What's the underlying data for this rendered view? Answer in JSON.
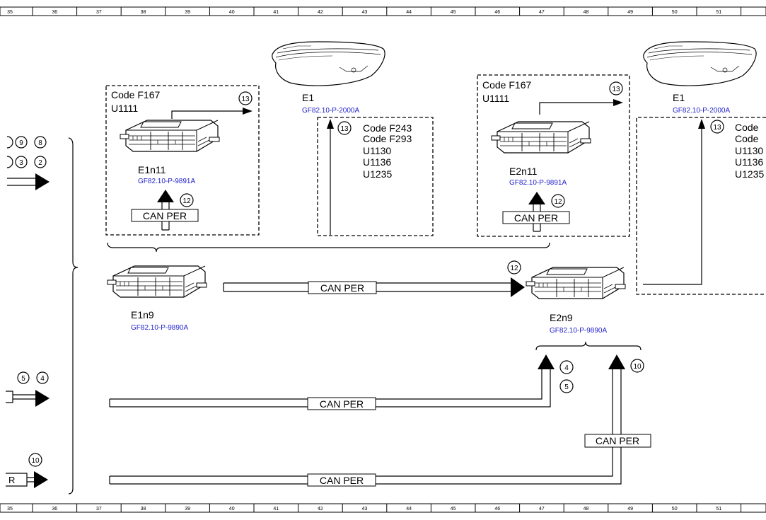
{
  "ruler": {
    "cells": [
      "35",
      "36",
      "37",
      "38",
      "39",
      "40",
      "41",
      "42",
      "43",
      "44",
      "45",
      "46",
      "47",
      "48",
      "49",
      "50",
      "51"
    ]
  },
  "left_group": {
    "code_line1": "Code F167",
    "code_line2": "U1111",
    "module_name": "E1n11",
    "module_ref": "GF82.10-P-9891A",
    "can_label": "CAN PER",
    "callout_out": "13",
    "callout_in": "12"
  },
  "right_group": {
    "code_line1": "Code F167",
    "code_line2": "U1111",
    "module_name": "E2n11",
    "module_ref": "GF82.10-P-9891A",
    "can_label": "CAN PER",
    "callout_out": "13",
    "callout_in": "12"
  },
  "headlamp_left": {
    "name": "E1",
    "ref": "GF82.10-P-2000A",
    "callout": "13",
    "codes": [
      "Code F243",
      "Code F293",
      "U1130",
      "U1136",
      "U1235"
    ]
  },
  "headlamp_right": {
    "name": "E1",
    "ref": "GF82.10-P-2000A",
    "callout": "13",
    "codes": [
      "Code",
      "Code",
      "U1130",
      "U1136",
      "U1235"
    ]
  },
  "e1n9": {
    "name": "E1n9",
    "ref": "GF82.10-P-9890A"
  },
  "e2n9": {
    "name": "E2n9",
    "ref": "GF82.10-P-9890A"
  },
  "bus_middle": {
    "label": "CAN PER",
    "callout": "12"
  },
  "bus_lower": {
    "label": "CAN PER",
    "callouts": [
      "4",
      "5"
    ]
  },
  "bus_vertical": {
    "label": "CAN PER",
    "callout": "10"
  },
  "bus_bottom": {
    "label": "CAN PER"
  },
  "left_edge": {
    "row1": [
      "9",
      "8"
    ],
    "row2": [
      "3",
      "2"
    ],
    "mid": [
      "5",
      "4"
    ],
    "bottom_callout": "10",
    "bottom_text": "R"
  }
}
